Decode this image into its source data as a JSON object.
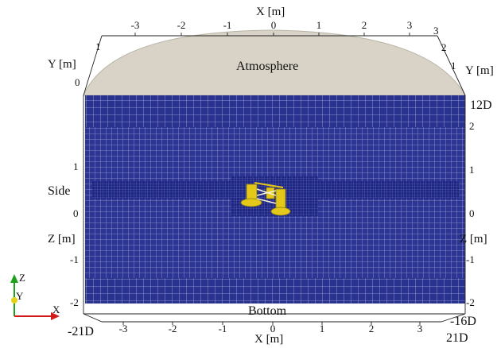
{
  "labels": {
    "atmosphere": "Atmosphere",
    "bottom": "Bottom",
    "side": "Side",
    "x_axis_top": "X [m]",
    "x_axis_bottom": "X [m]",
    "y_axis_left": "Y [m]",
    "y_axis_right": "Y [m]",
    "z_axis_left": "Z [m]",
    "z_axis_right": "Z [m]"
  },
  "extent_labels": {
    "top_right": "12D",
    "bottom_left": "-21D",
    "right_lower": "-16D",
    "bottom_right": "21D"
  },
  "ticks": {
    "x_top": [
      "-3",
      "-2",
      "-1",
      "0",
      "1",
      "2",
      "3"
    ],
    "x_bottom": [
      "-3",
      "-2",
      "-1",
      "0",
      "1",
      "2",
      "3"
    ],
    "y_left": [
      "1",
      "0"
    ],
    "y_right": [
      "3",
      "2",
      "1"
    ],
    "z_left_upper": [
      "1",
      "0"
    ],
    "z_left_lower": [
      "-1",
      "-2"
    ],
    "z_right_upper": [
      "2",
      "1",
      "0"
    ],
    "z_right_lower": [
      "-1",
      "-2"
    ]
  },
  "orientation_axes": {
    "z": "Z",
    "y": "Y",
    "x": "X"
  },
  "colors": {
    "mesh_fill": "#2c3593",
    "mesh_line": "#8d93c9",
    "dense_band": "#1a227a",
    "atmosphere": "#d8d3c6",
    "device": "#e3c81a",
    "axis_z": "#1aa31a",
    "axis_y": "#e6d21a",
    "axis_x": "#d21a1a"
  }
}
